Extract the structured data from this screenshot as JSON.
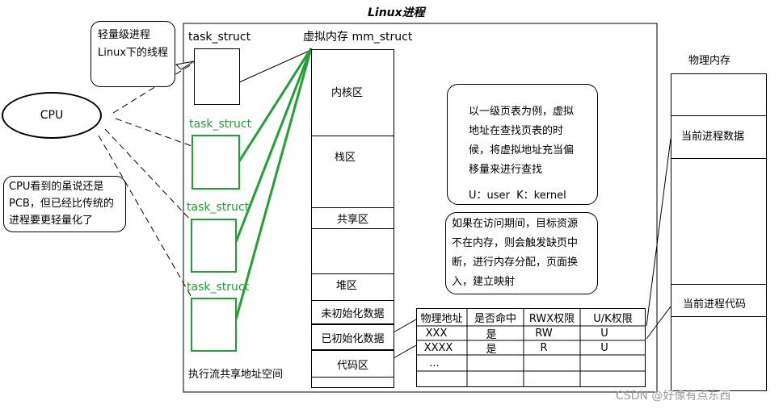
{
  "title": "Linux进程",
  "callouts": {
    "lightweight": [
      "轻量级进程",
      "Linux下的线程"
    ],
    "cpu_view": [
      "CPU看到的虽说还是",
      "PCB，但已经比传统的",
      "进程要更轻量化了"
    ],
    "page_table_note": [
      "以一级页表为例，虚拟",
      "地址在查找页表的时",
      "候，将虚拟地址充当偏",
      "移量来进行查找"
    ],
    "user_kernel": "U：user  K：kernel",
    "page_fault": [
      "如果在访问期间，目标资源",
      "不在内存，则会触发缺页中",
      "断，进行内存分配，页面换",
      "入，建立映射"
    ]
  },
  "cpu_label": "CPU",
  "task_structs": [
    "task_struct",
    "task_struct",
    "task_struct",
    "task_struct"
  ],
  "mm_struct_label": "虚拟内存 mm_struct",
  "memory_areas": {
    "kernel": "内核区",
    "stack": "栈区",
    "shared": "共享区",
    "heap": "堆区",
    "bss": "未初始化数据",
    "data": "已初始化数据",
    "code": "代码区"
  },
  "shared_space_caption": "执行流共享地址空间",
  "page_table": {
    "headers": [
      "物理地址",
      "是否命中",
      "RWX权限",
      "U/K权限"
    ],
    "rows": [
      [
        "XXX",
        "是",
        "RW",
        "U"
      ],
      [
        "XXXX",
        "是",
        "R",
        "U"
      ],
      [
        "...",
        "",
        "",
        ""
      ],
      [
        "",
        "",
        "",
        ""
      ]
    ]
  },
  "physical_memory": {
    "title": "物理内存",
    "data_label": "当前进程数据",
    "code_label": "当前进程代码"
  },
  "watermark": "CSDN @好像有点东西",
  "colors": {
    "thread_green": "#22a033",
    "line": "#000000"
  }
}
